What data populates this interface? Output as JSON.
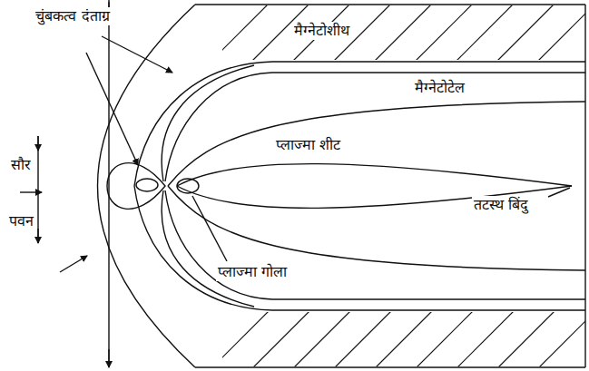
{
  "diagram": {
    "labels": [
      "मैग्नेटोशीथ",
      "चुंबकत्व दंताग्र",
      "मैग्नेटोटेल",
      "सौर",
      "पवन",
      "प्लाज्मा शीट",
      "तटस्थ बिंदु",
      "प्लाज्मा गोला"
    ]
  }
}
